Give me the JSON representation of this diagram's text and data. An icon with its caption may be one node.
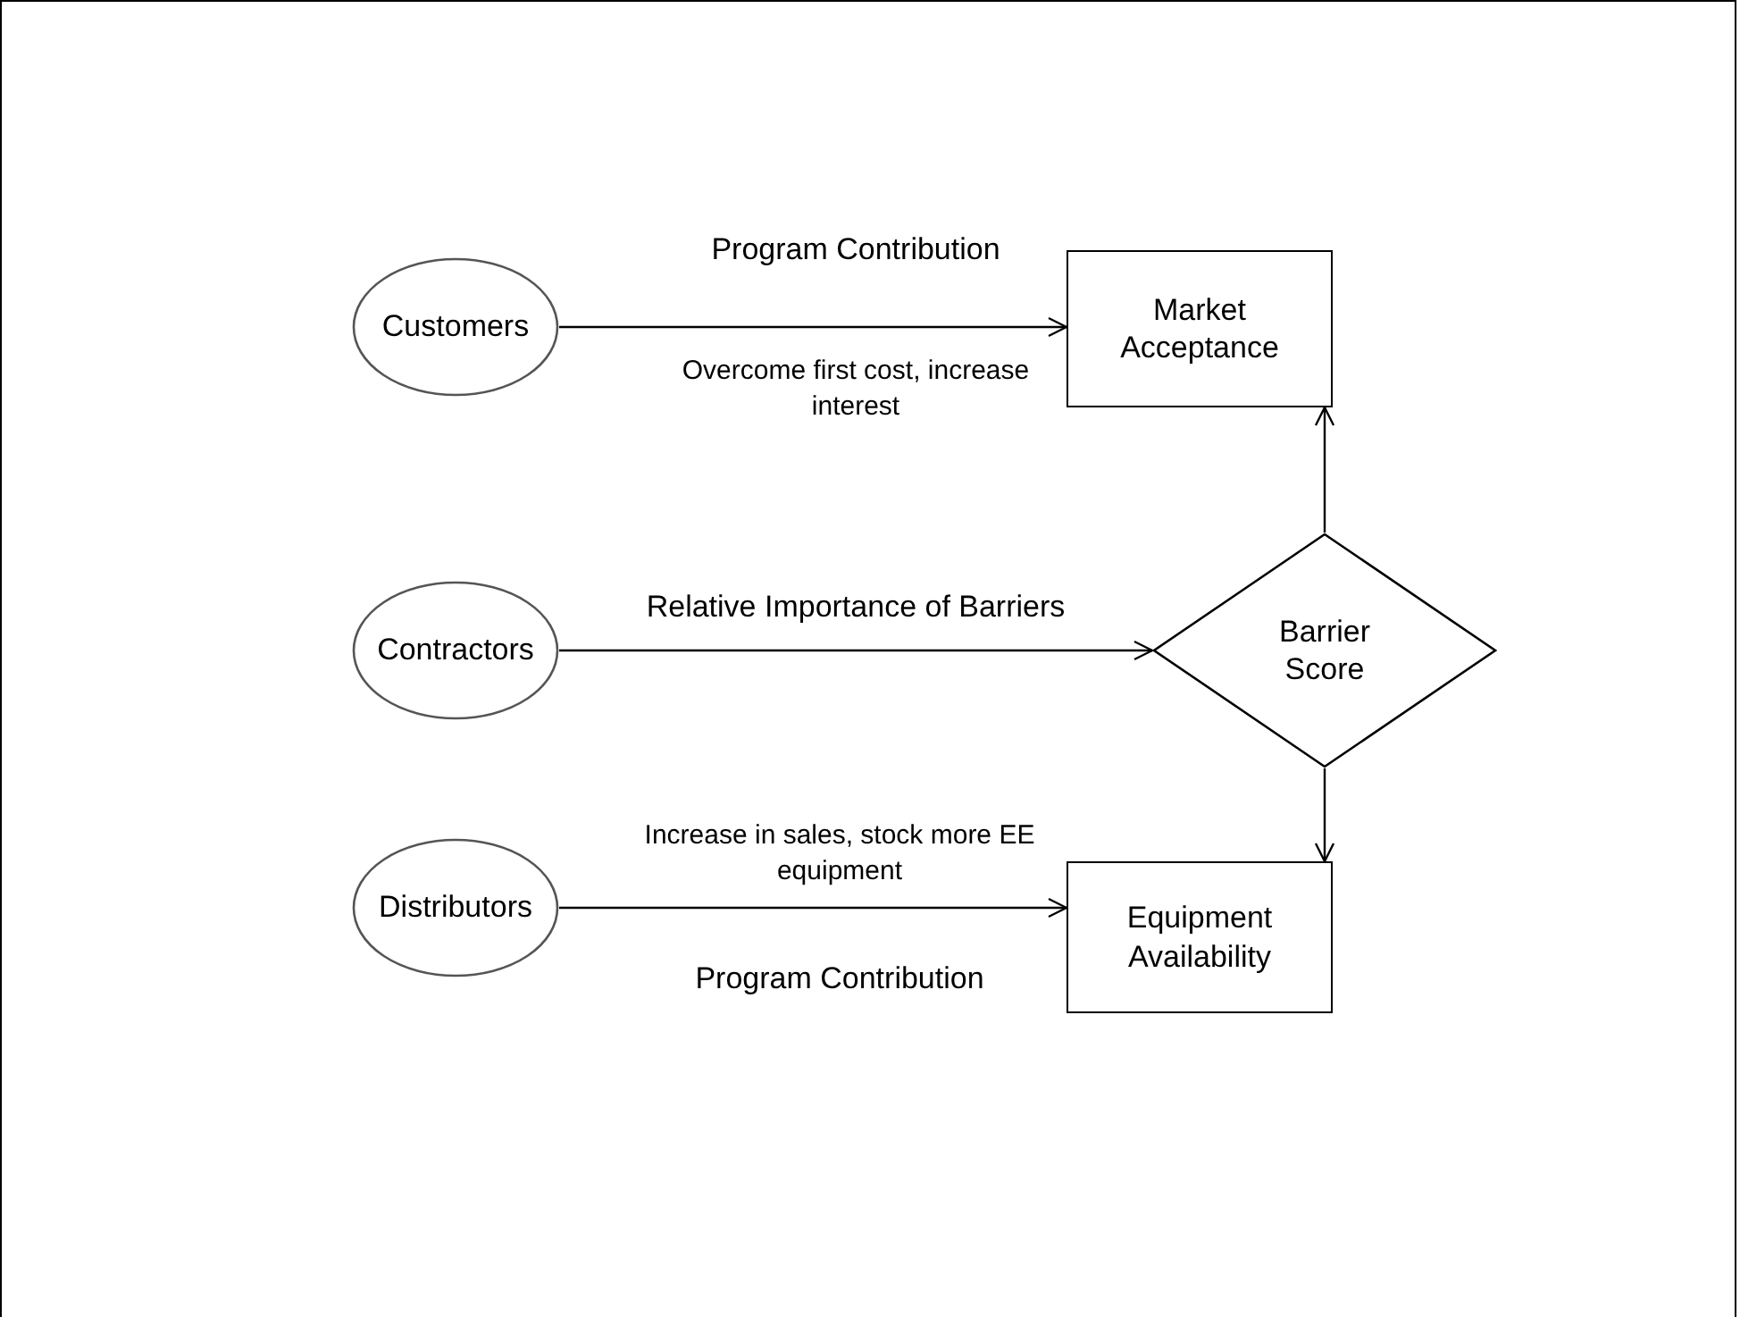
{
  "diagram": {
    "nodes": [
      {
        "text": [
          "Customers"
        ]
      },
      {
        "text": [
          "Market Acceptance"
        ]
      },
      {
        "text": [
          "Contractors"
        ]
      },
      {
        "text": [
          "Barrier Score"
        ]
      },
      {
        "text": [
          "Distributors"
        ]
      },
      {
        "text": [
          "Equipment Availability"
        ]
      }
    ],
    "edges": [
      {
        "from": 0,
        "to": 1,
        "arrow": "to",
        "label": "Program Contribution"
      },
      {
        "from": 2,
        "to": 3,
        "arrow": "to",
        "label": "Relative Importance of Barriers"
      },
      {
        "from": 3,
        "to": 1,
        "arrow": "to"
      },
      {
        "from": 3,
        "to": 5,
        "arrow": "to"
      },
      {
        "from": 4,
        "to": 5,
        "arrow": "to",
        "label": "Program Contribution"
      }
    ],
    "labels": [
      "Overcome first cost, increase interest",
      "Increase in sales, stock more EE equipment"
    ]
  }
}
